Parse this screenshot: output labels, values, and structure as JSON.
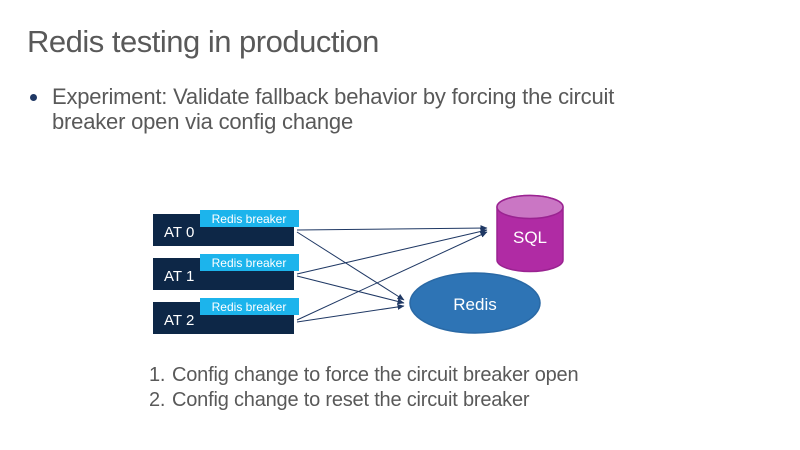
{
  "slide": {
    "title": "Redis testing in production",
    "bullet": {
      "line1": "Experiment: Validate fallback behavior by forcing the circuit",
      "line2": "breaker open via config change"
    },
    "numbered_list": [
      {
        "num": "1.",
        "text": "Config change to force the circuit breaker open"
      },
      {
        "num": "2.",
        "text": "Config change to reset the circuit breaker"
      }
    ]
  },
  "diagram": {
    "app_tiers": [
      {
        "label": "AT 0",
        "breaker_label": "Redis breaker"
      },
      {
        "label": "AT 1",
        "breaker_label": "Redis breaker"
      },
      {
        "label": "AT 2",
        "breaker_label": "Redis breaker"
      }
    ],
    "sql_label": "SQL",
    "redis_label": "Redis",
    "colors": {
      "tier_box": "#0d2747",
      "breaker_box": "#1cb4ec",
      "sql_body": "#b02ba4",
      "sql_top": "#ca76c4",
      "sql_border": "#9a2391",
      "redis_fill": "#2e74b5",
      "redis_border": "#2a69a5",
      "connector": "#1f3864",
      "bullet_dot": "#1f3864",
      "text_gray": "#595959"
    }
  }
}
